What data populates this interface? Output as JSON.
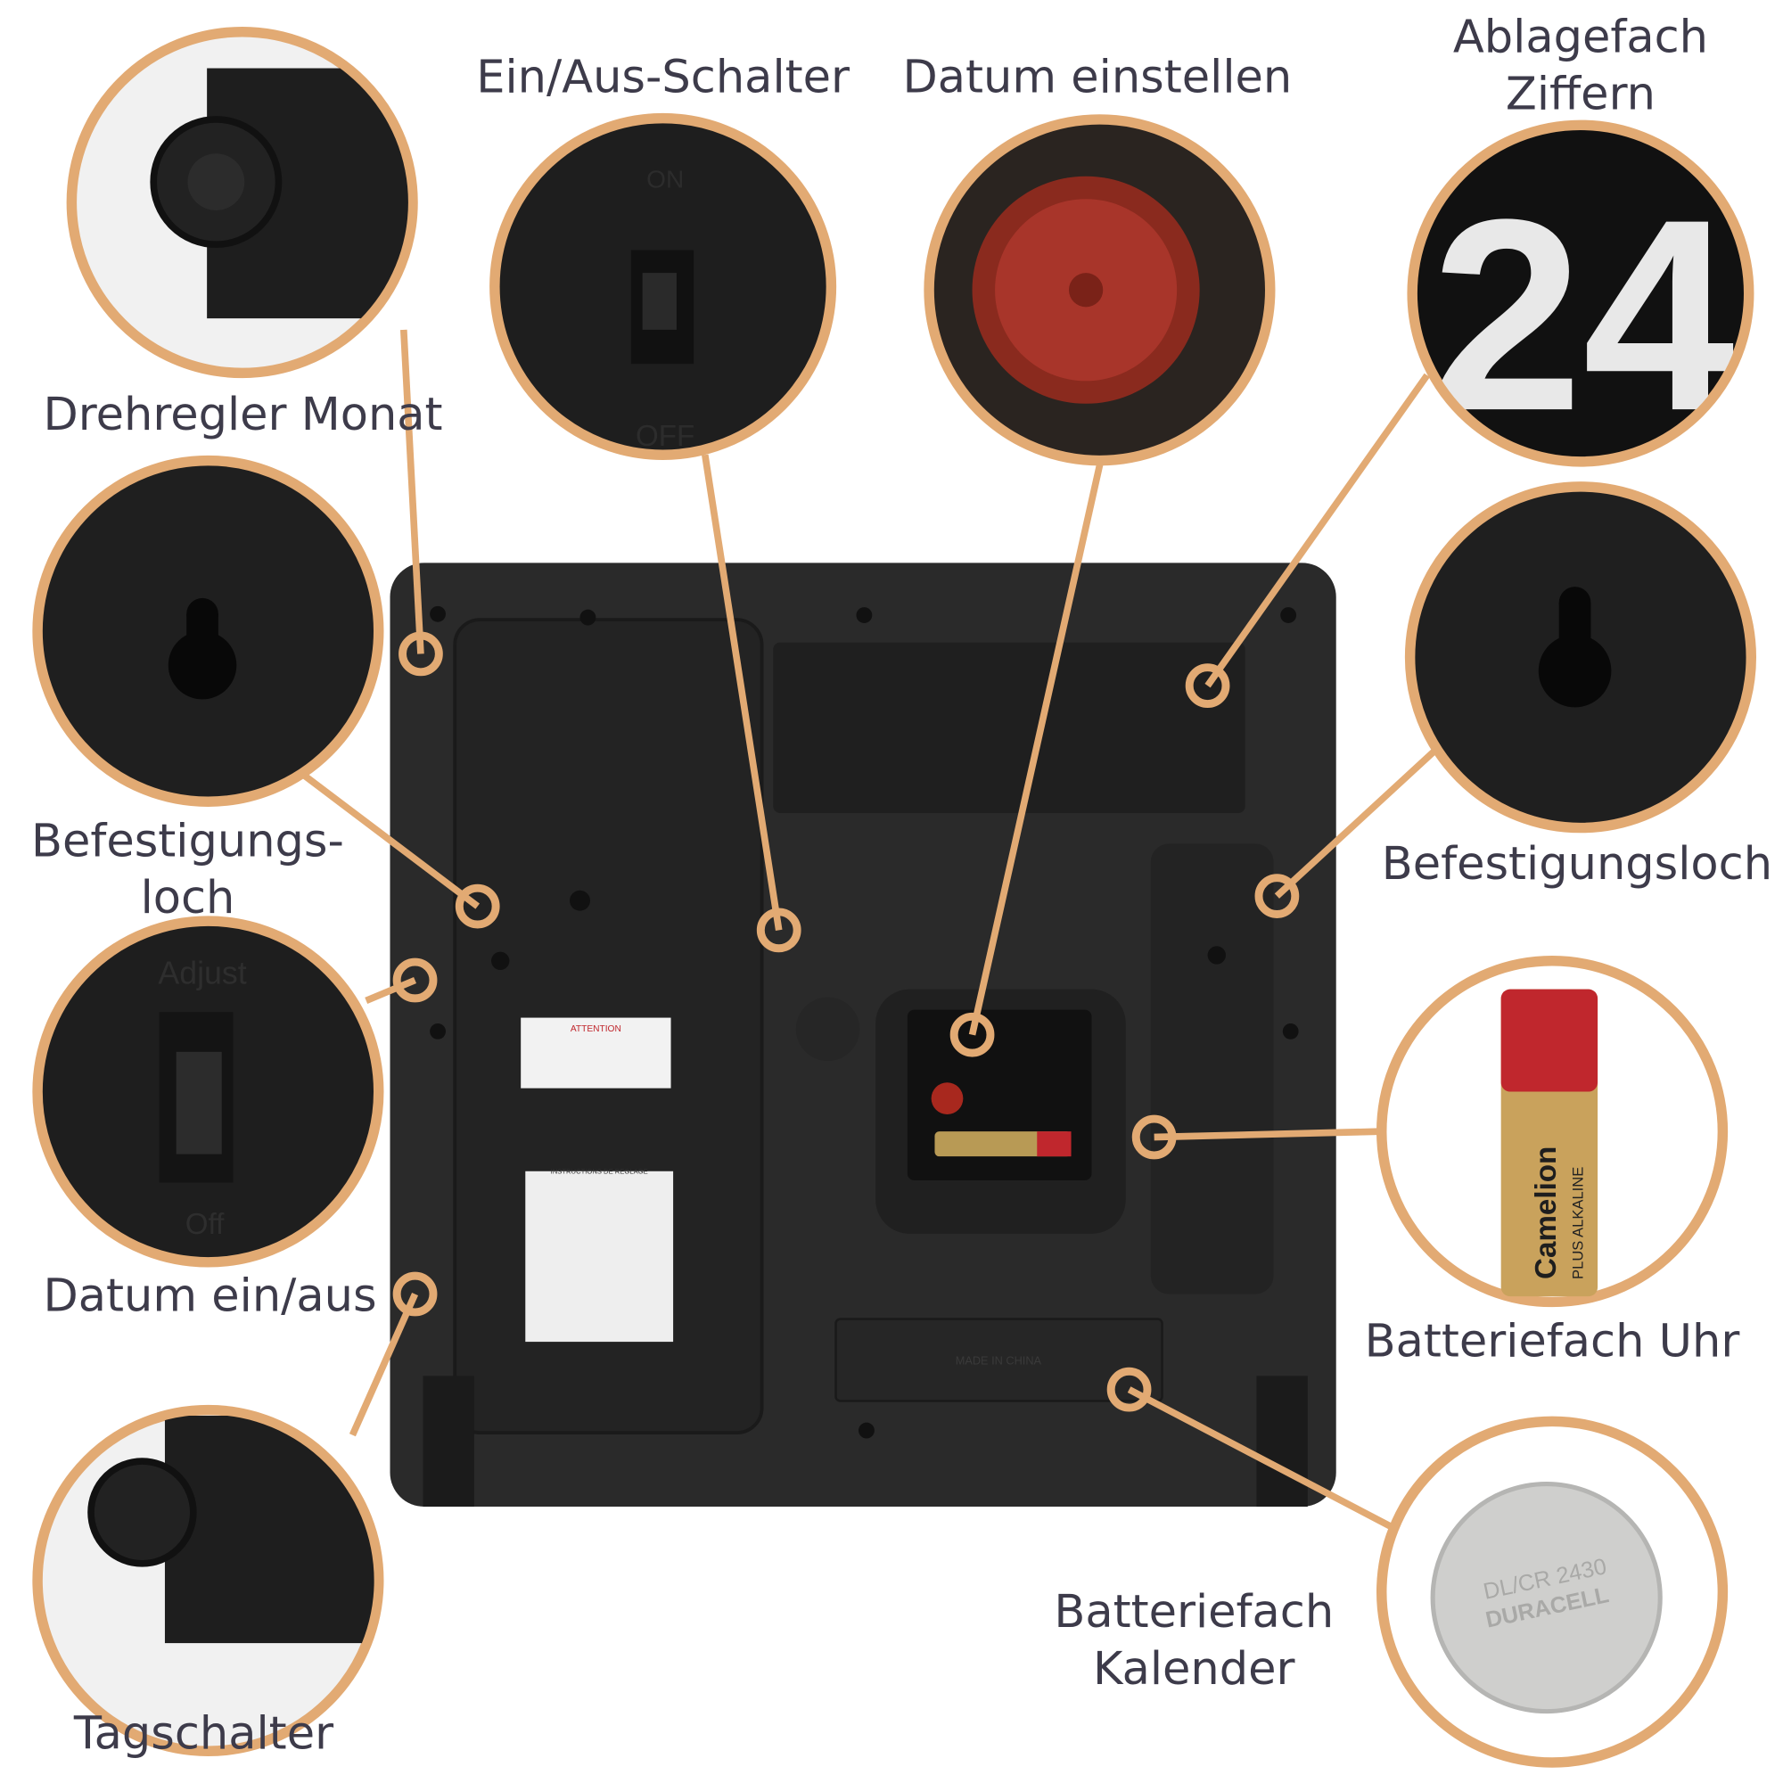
{
  "labels": {
    "drehregler_monat": "Drehregler Monat",
    "ein_aus_schalter": "Ein/Aus-Schalter",
    "datum_einstellen": "Datum einstellen",
    "ablagefach_1": "Ablagefach",
    "ablagefach_2": "Ziffern",
    "befestigung_left_1": "Befestigungs-",
    "befestigung_left_2": "loch",
    "befestigung_right": "Befestigungsloch",
    "datum_ein_aus": "Datum ein/aus",
    "batteriefach_uhr": "Batteriefach Uhr",
    "tagschalter": "Tagschalter",
    "batteriefach_kal_1": "Batteriefach",
    "batteriefach_kal_2": "Kalender"
  },
  "product_text": {
    "flip_digits": "24",
    "switch_on": "ON",
    "switch_off": "OFF",
    "adjust": "Adjust",
    "off": "Off",
    "battery_brand": "Camelion",
    "battery_type": "PLUS ALKALINE",
    "coin_model": "DL/CR 2430",
    "coin_brand": "DURACELL",
    "sticker_attention": "ATTENTION",
    "sticker_instructions": "INSTRUCTIONS DE REGLAGE",
    "made_in": "MADE IN CHINA"
  },
  "colors": {
    "accent": "#e2aa73",
    "text": "#3d3b4a",
    "body": "#2b2b2b"
  }
}
